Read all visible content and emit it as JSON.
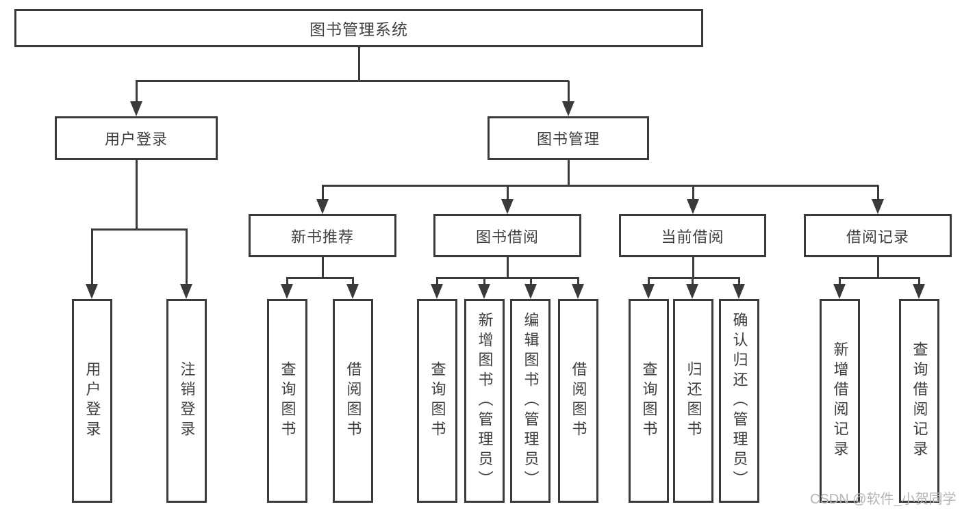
{
  "diagram": {
    "title": "图书管理系统",
    "root": "图书管理系统",
    "level2": {
      "user_login": "用户登录",
      "book_mgmt": "图书管理"
    },
    "level3": {
      "new_books": "新书推荐",
      "book_borrow": "图书借阅",
      "current_borrow": "当前借阅",
      "borrow_records": "借阅记录"
    },
    "leaves": {
      "user_login": [
        "用户登录",
        "注销登录"
      ],
      "new_books": [
        "查询图书",
        "借阅图书"
      ],
      "book_borrow": [
        "查询图书",
        "新增图书（管理员）",
        "编辑图书（管理员）",
        "借阅图书"
      ],
      "current_borrow": [
        "查询图书",
        "归还图书",
        "确认归还（管理员）"
      ],
      "borrow_records": [
        "新增借阅记录",
        "查询借阅记录"
      ]
    }
  },
  "watermark": "CSDN @软件_小贺同学",
  "colors": {
    "line": "#3a3a3a",
    "text": "#3f3f3f",
    "background": "#ffffff",
    "watermark": "#b5b5b5"
  }
}
